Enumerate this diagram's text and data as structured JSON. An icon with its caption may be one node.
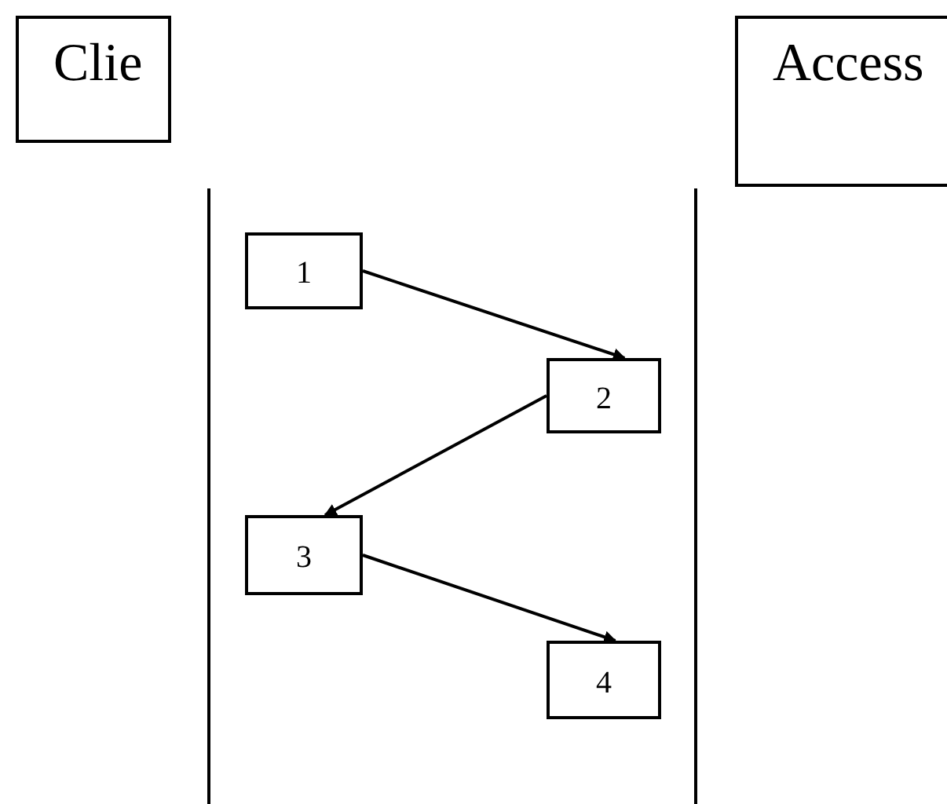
{
  "diagram": {
    "nodes": [
      {
        "text": [
          "Clie"
        ]
      },
      {
        "text": [
          "Access"
        ]
      },
      {
        "text": [
          "1"
        ]
      },
      {
        "text": [
          "2"
        ]
      },
      {
        "text": [
          "3"
        ]
      },
      {
        "text": [
          "4"
        ]
      }
    ],
    "edges": [
      {
        "from": 2,
        "to": 3,
        "arrow": "to"
      },
      {
        "from": 3,
        "to": 4,
        "arrow": "to"
      },
      {
        "from": 4,
        "to": 5,
        "arrow": "to"
      }
    ]
  }
}
